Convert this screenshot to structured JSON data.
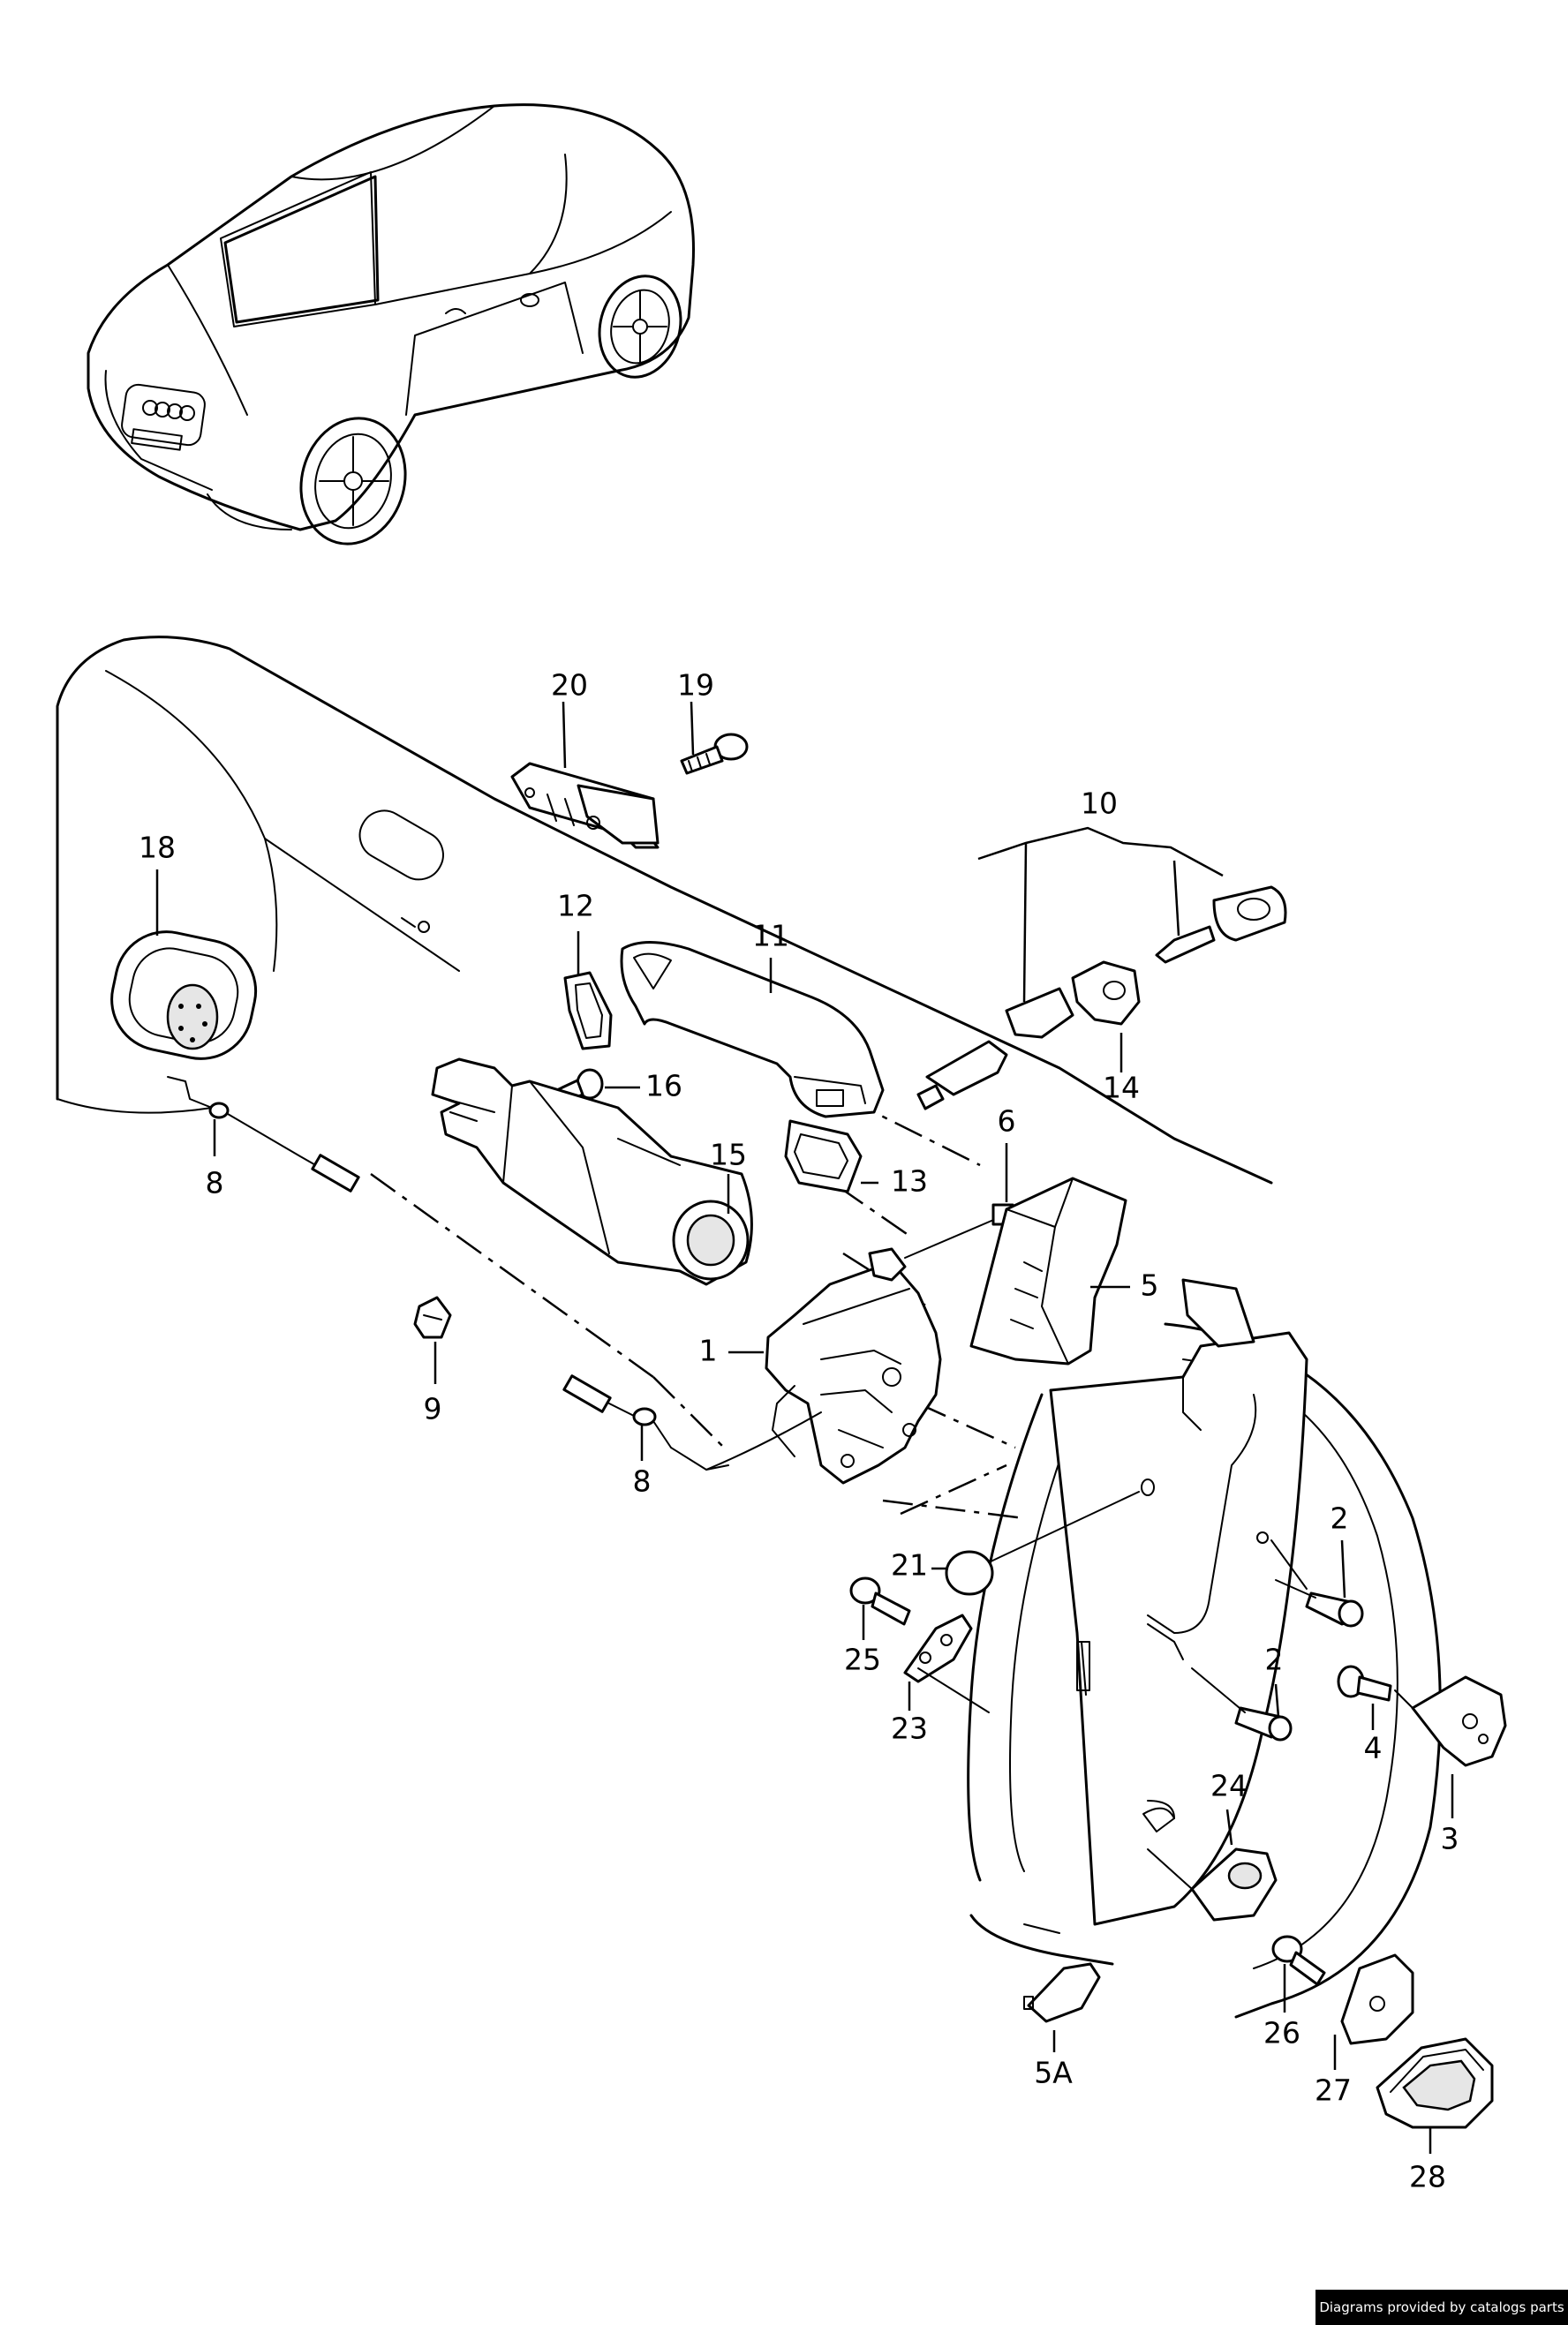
{
  "callouts": [
    {
      "id": "20",
      "label": "20"
    },
    {
      "id": "19",
      "label": "19"
    },
    {
      "id": "10",
      "label": "10"
    },
    {
      "id": "18",
      "label": "18"
    },
    {
      "id": "12",
      "label": "12"
    },
    {
      "id": "11",
      "label": "11"
    },
    {
      "id": "16",
      "label": "16"
    },
    {
      "id": "14",
      "label": "14"
    },
    {
      "id": "15",
      "label": "15"
    },
    {
      "id": "6",
      "label": "6"
    },
    {
      "id": "13",
      "label": "13"
    },
    {
      "id": "8a",
      "label": "8"
    },
    {
      "id": "5",
      "label": "5"
    },
    {
      "id": "1",
      "label": "1"
    },
    {
      "id": "9",
      "label": "9"
    },
    {
      "id": "8b",
      "label": "8"
    },
    {
      "id": "2a",
      "label": "2"
    },
    {
      "id": "21",
      "label": "21"
    },
    {
      "id": "25",
      "label": "25"
    },
    {
      "id": "2b",
      "label": "2"
    },
    {
      "id": "23",
      "label": "23"
    },
    {
      "id": "4",
      "label": "4"
    },
    {
      "id": "3",
      "label": "3"
    },
    {
      "id": "24",
      "label": "24"
    },
    {
      "id": "26",
      "label": "26"
    },
    {
      "id": "5A",
      "label": "5A"
    },
    {
      "id": "27",
      "label": "27"
    },
    {
      "id": "28",
      "label": "28"
    }
  ],
  "credit": "Diagrams provided by catalogs parts"
}
